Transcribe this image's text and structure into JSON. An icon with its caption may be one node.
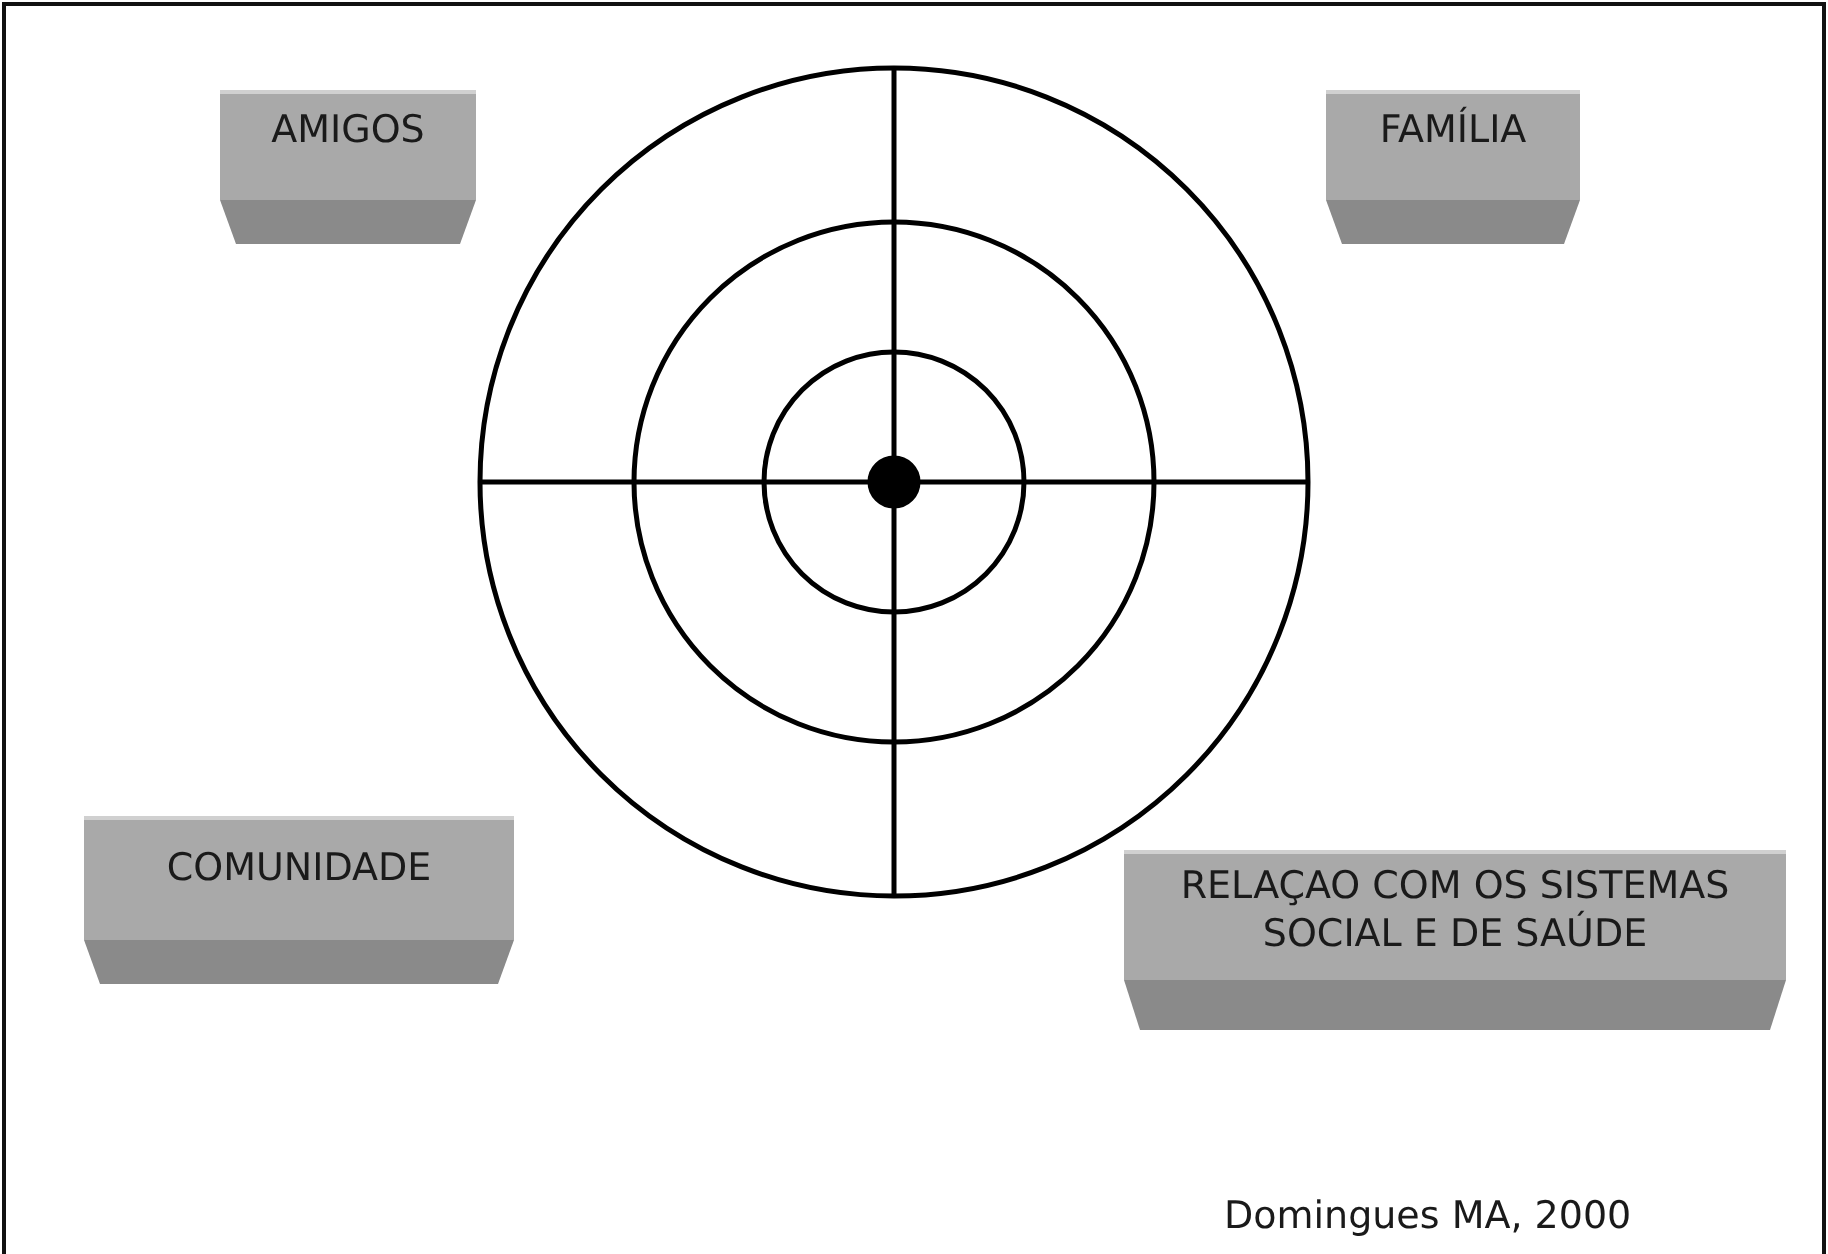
{
  "diagram": {
    "caption": "Domingues MA, 2000",
    "nodes": [
      {
        "text": [
          "AMIGOS"
        ]
      },
      {
        "text": [
          "FAMÍLIA"
        ]
      },
      {
        "text": [
          "COMUNIDADE"
        ]
      },
      {
        "text": [
          "RELAÇAO COM OS SISTEMAS SOCIAL E DE SAÚDE"
        ]
      }
    ],
    "edges": []
  }
}
